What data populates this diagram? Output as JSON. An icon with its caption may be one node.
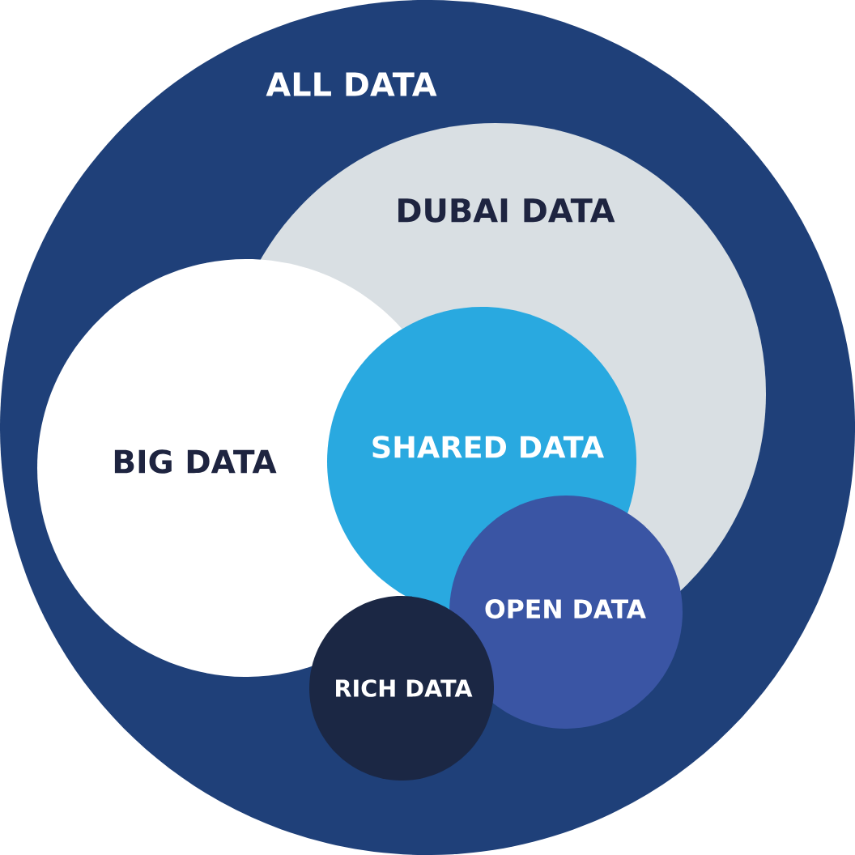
{
  "diagram": {
    "nodes": [
      {
        "text": [
          "ALL DATA"
        ]
      },
      {
        "text": [
          "DUBAI DATA"
        ],
        "in": 0
      },
      {
        "text": [
          "BIG DATA"
        ],
        "in": 0
      },
      {
        "text": [
          "SHARED DATA"
        ],
        "in": 1
      },
      {
        "text": [
          "OPEN DATA"
        ],
        "in": 0
      },
      {
        "text": [
          "RICH DATA"
        ],
        "in": 0
      }
    ]
  }
}
